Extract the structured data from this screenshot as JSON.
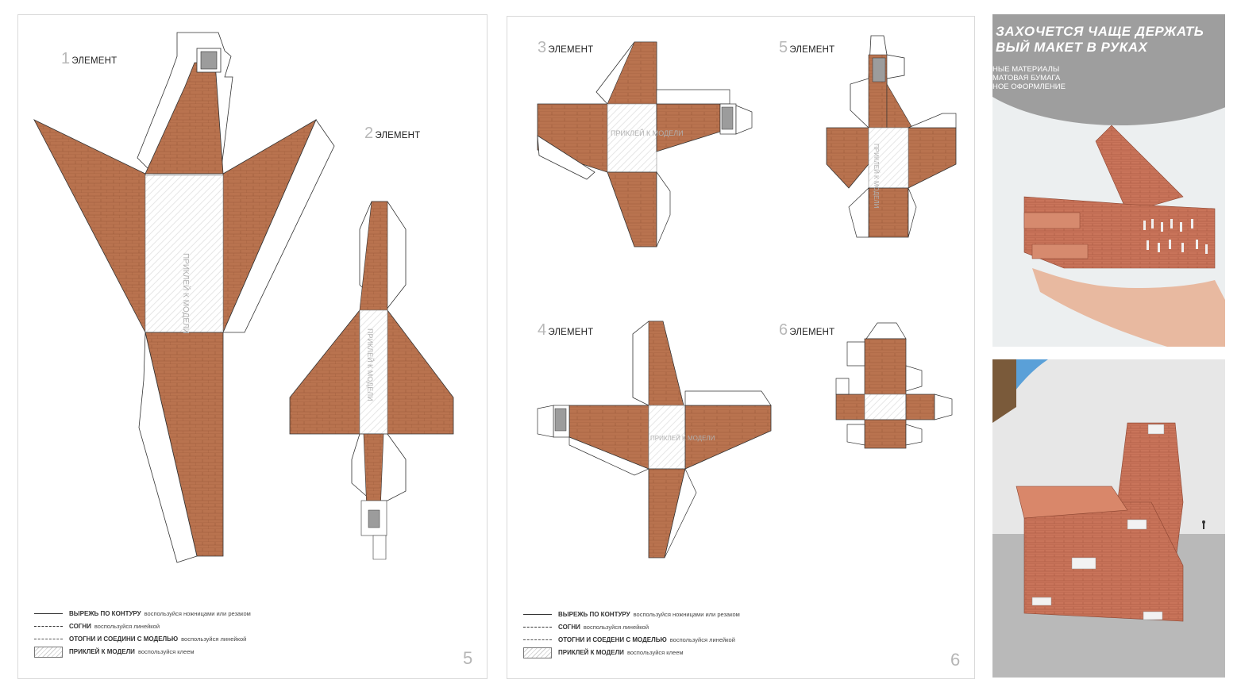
{
  "sheet5": {
    "elements": [
      {
        "num": "1",
        "word": "ЭЛЕМЕНТ"
      },
      {
        "num": "2",
        "word": "ЭЛЕМЕНТ"
      }
    ],
    "glue_labels": [
      "ПРИКЛЕЙ К МОДЕЛИ",
      "ПРИКЛЕЙ К МОДЕЛИ"
    ],
    "page_number": "5"
  },
  "sheet6": {
    "elements": [
      {
        "num": "3",
        "word": "ЭЛЕМЕНТ"
      },
      {
        "num": "5",
        "word": "ЭЛЕМЕНТ"
      },
      {
        "num": "4",
        "word": "ЭЛЕМЕНТ"
      },
      {
        "num": "6",
        "word": "ЭЛЕМЕНТ"
      }
    ],
    "glue_labels": [
      "ПРИКЛЕЙ К МОДЕЛИ",
      "ПРИКЛЕЙ К МОДЕЛИ",
      "ПРИКЛЕЙ К МОДЕЛИ"
    ],
    "page_number": "6"
  },
  "legend": {
    "left": [
      {
        "bold": "ВЫРЕЖЬ ПО КОНТУРУ",
        "hint": "воспользуйся ножницами или резаком"
      },
      {
        "bold": "СОГНИ",
        "hint": "воспользуйся линейкой"
      },
      {
        "bold": "ОТОГНИ И СОЕДИНИ С МОДЕЛЬЮ",
        "hint": "воспользуйся линейкой"
      },
      {
        "bold": "ПРИКЛЕЙ К МОДЕЛИ",
        "hint": "воспользуйся клеем"
      }
    ],
    "right": [
      {
        "bold": "ВЫРЕЖЬ ПО КОНТУРУ",
        "hint": "воспользуйся ножницами или резаком"
      },
      {
        "bold": "СОГНИ",
        "hint": "воспользуйся линейкой"
      },
      {
        "bold": "ОТОГНИ И СОЕДЕНИ С МОДЕЛЬЮ",
        "hint": "воспользуйся линейкой"
      },
      {
        "bold": "ПРИКЛЕЙ К МОДЕЛИ",
        "hint": "воспользуйся клеем"
      }
    ]
  },
  "promo": {
    "title_line1": "ЗАХОЧЕТСЯ ЧАЩЕ ДЕРЖАТЬ",
    "title_line2": "ВЫЙ МАКЕТ В РУКАХ",
    "list": [
      "НЫЕ МАТЕРИАЛЫ",
      "МАТОВАЯ БУМАГА",
      "НОЕ ОФОРМЛЕНИЕ"
    ]
  },
  "colors": {
    "brick": "#b9734f",
    "brick_dark": "#9c5a3a",
    "gray_band": "#9c9c9c",
    "sheet_border": "#d9d9d9"
  }
}
